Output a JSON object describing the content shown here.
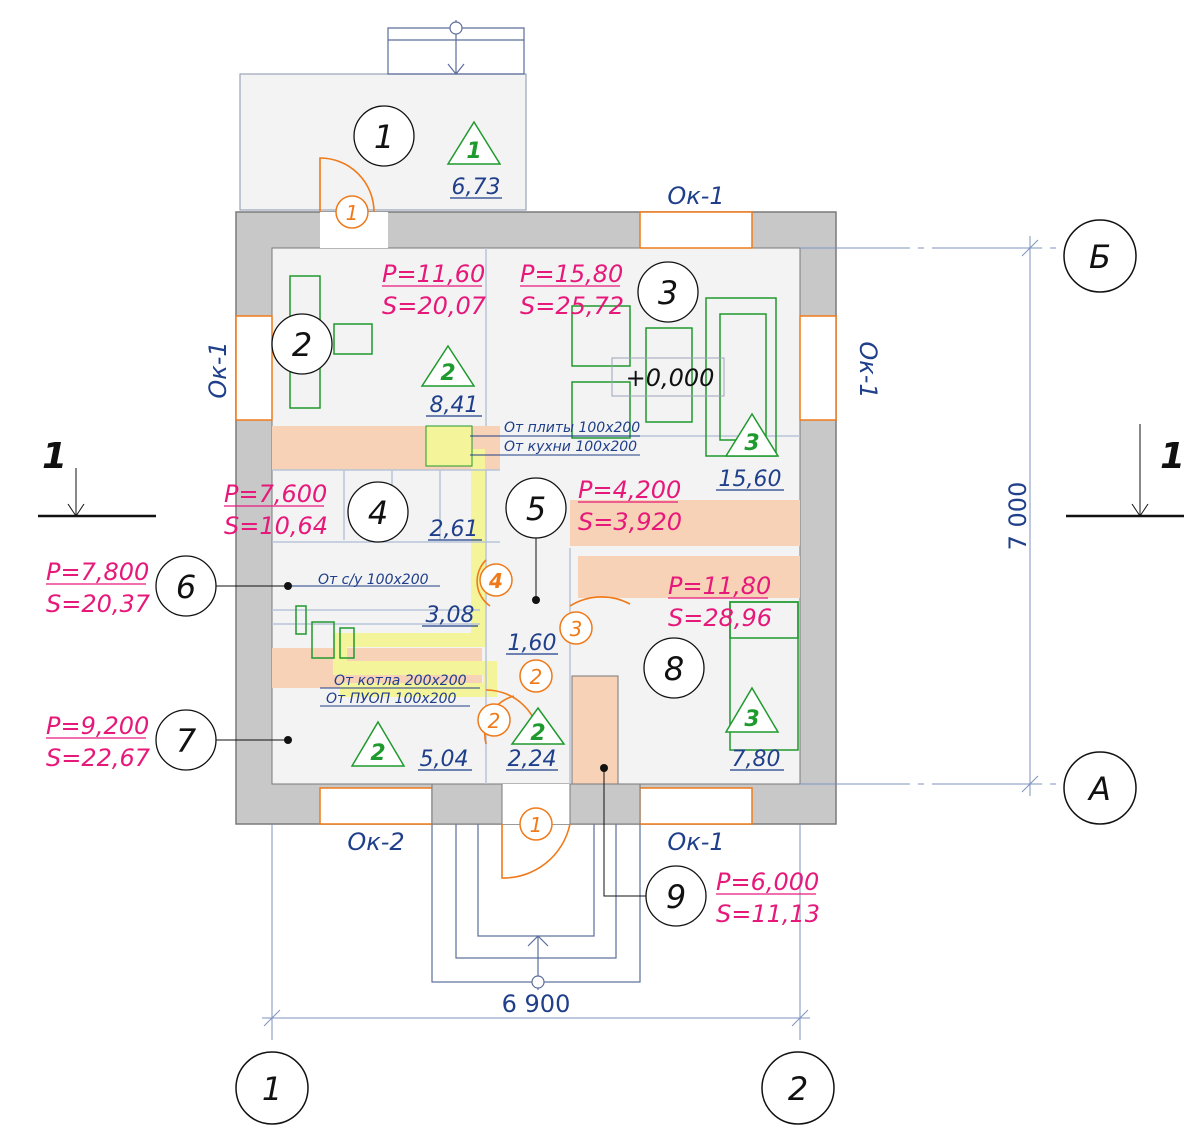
{
  "colors": {
    "wall": "#c8c8c8",
    "floor": "#f3f3f3",
    "kitchen": "#f8d2b6",
    "flue": "#f4f49a",
    "dim": "#1f3f8a",
    "pink": "#e6197a",
    "green": "#1f9a2e",
    "orange": "#f07a1a"
  },
  "axes": {
    "b": "Б",
    "a": "А",
    "one": "1",
    "two": "2"
  },
  "section": {
    "left": "1",
    "right": "1"
  },
  "dims": {
    "width": "6 900",
    "height": "7 000"
  },
  "windows": {
    "top": "Ок-1",
    "left": "Ок-1",
    "right": "Ок-1",
    "bottom_left": "Ок-2",
    "bottom_right": "Ок-1"
  },
  "rooms": [
    {
      "num": "1",
      "area": "6,73",
      "tri": "1"
    },
    {
      "num": "2",
      "area": "8,41",
      "tri": "2",
      "p": "P=11,60",
      "s": "S=20,07"
    },
    {
      "num": "3",
      "area": "15,60",
      "tri": "3",
      "p": "P=15,80",
      "s": "S=25,72"
    },
    {
      "num": "4",
      "area": "2,61",
      "p": "P=7,600",
      "s": "S=10,64"
    },
    {
      "num": "5",
      "p": "P=4,200",
      "s": "S=3,920"
    },
    {
      "num": "6",
      "p": "P=7,800",
      "s": "S=20,37"
    },
    {
      "num": "7",
      "p": "P=9,200",
      "s": "S=22,67"
    },
    {
      "num": "8",
      "area": "7,80",
      "tri": "3",
      "p": "P=11,80",
      "s": "S=28,96"
    },
    {
      "num": "9",
      "p": "P=6,000",
      "s": "S=11,13"
    }
  ],
  "areas_extra": {
    "wc": "3,08",
    "hall": "1,60",
    "corr": "2,24",
    "boiler": "5,04"
  },
  "tri_extra": {
    "corr": "2",
    "boiler": "2"
  },
  "doors": {
    "entry": "1",
    "front": "1",
    "hall": "2",
    "hall2": "2",
    "bed": "3",
    "wc": "4"
  },
  "level": "+0,000",
  "notes": {
    "stove": "От плиты 100х200",
    "kitchen": "От кухни 100х200",
    "wc": "От с/у 100х200",
    "boiler": "От котла 200х200",
    "puop": "От ПУОП 100х200"
  }
}
